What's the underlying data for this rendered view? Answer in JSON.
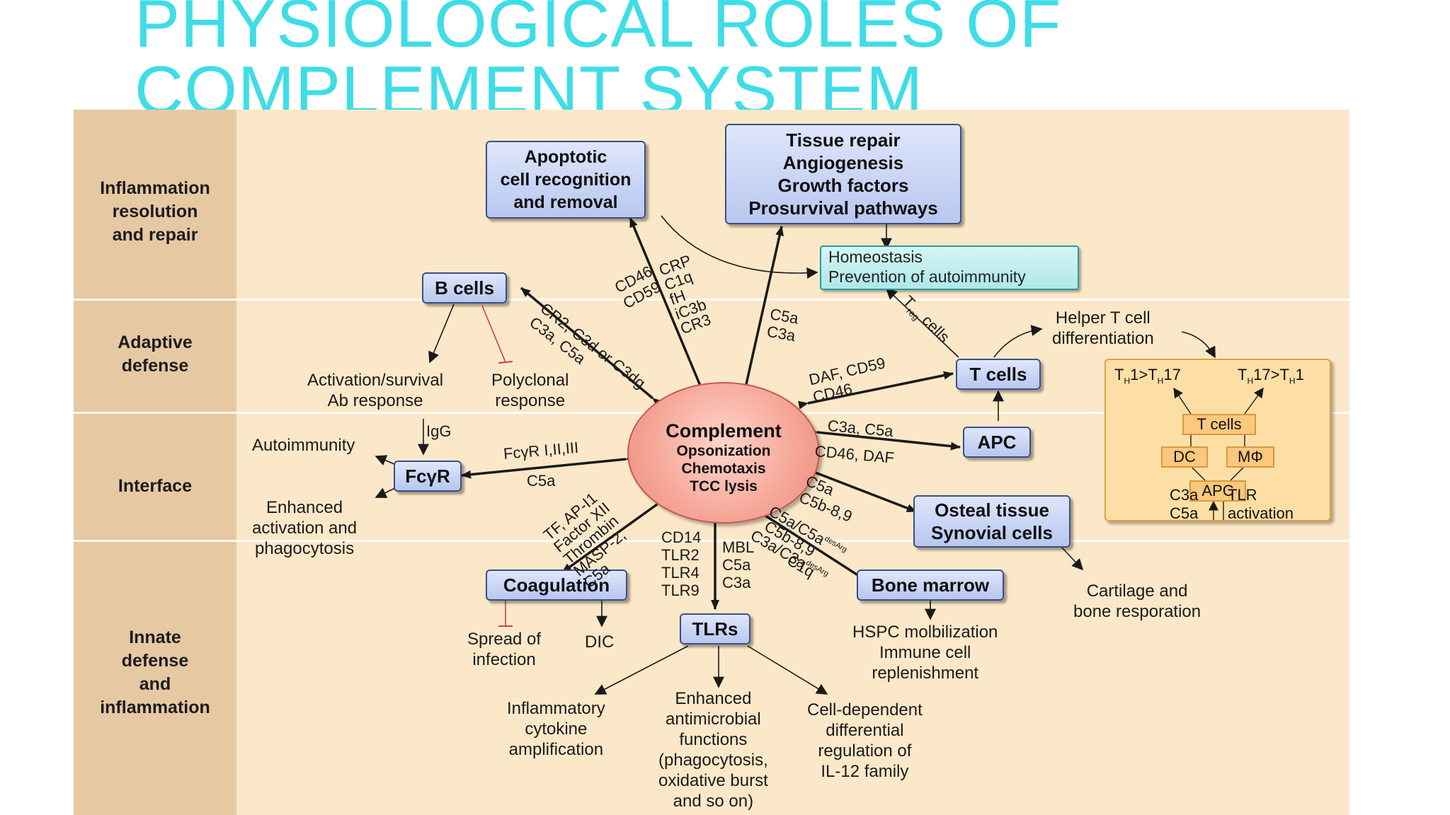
{
  "title": {
    "line1": "PHYSIOLOGICAL ROLES OF",
    "line2": "COMPLEMENT SYSTEM"
  },
  "bands": {
    "inflammation": "Inflammation\nresolution\nand repair",
    "adaptive": "Adaptive\ndefense",
    "interface": "Interface",
    "innate": "Innate\ndefense\nand\ninflammation"
  },
  "boxes": {
    "apoptotic": "Apoptotic\ncell recognition\nand removal",
    "tissue": "Tissue repair\nAngiogenesis\nGrowth factors\nProsurvival pathways",
    "homeostasis": "Homeostasis\nPrevention of autoimmunity",
    "b_cells": "B cells",
    "t_cells": "T cells",
    "apc": "APC",
    "fcgr": "FcγR",
    "osteal": "Osteal tissue\nSynovial cells",
    "coagulation": "Coagulation",
    "bone_marrow": "Bone marrow",
    "tlrs": "TLRs"
  },
  "complement": {
    "title": "Complement",
    "sub": "Opsonization\nChemotaxis\nTCC lysis"
  },
  "outcomes": {
    "activation": "Activation/survival\nAb response",
    "polyclonal": "Polyclonal\nresponse",
    "autoimmunity": "Autoimmunity",
    "enhanced_activation": "Enhanced\nactivation and\nphagocytosis",
    "helper_t": "Helper T cell\ndifferentiation",
    "cartilage": "Cartilage and\nbone resporation",
    "spread": "Spread of\ninfection",
    "dic": "DIC",
    "hspc": "HSPC molbilization\nImmune cell\nreplenishment",
    "inflammatory": "Inflammatory\ncytokine\namplification",
    "enhanced_antimicrobial": "Enhanced\nantimicrobial\nfunctions\n(phagocytosis,\noxidative burst\nand so on)",
    "cell_dependent": "Cell-dependent\ndifferential\nregulation of\nIL-12 family"
  },
  "edge_labels": {
    "igg": "IgG",
    "cd46_cd59": "CD46\nCD59",
    "crp": "CRP\nC1q\nfH\niC3b\nCR3",
    "c5a_c3a_tissue": "C5a\nC3a",
    "treg_t": "T",
    "treg_reg": "reg",
    "treg_cells": "cells",
    "cr2": "CR2, C3d or C3dg\nC3a, C5a",
    "daf_cd59": "DAF, CD59\nCD46",
    "c3a_c5a_apc": "C3a, C5a",
    "cd46_daf": "CD46, DAF",
    "fcgr_iii": "FcγR I,II,III",
    "c5a_fcgr": "C5a",
    "c5a_c5b": "C5a\nC5b-8,9",
    "coag_labels": "TF, AP-I1\nFactor XII\nThrombin\nMASP-2,\nC5a",
    "tlr_list": "CD14\nTLR2\nTLR4\nTLR9",
    "mbl_list": "MBL\nC5a\nC3a",
    "bone_c5a": "C5a/C5a",
    "bone_c5a_sup": "desArg",
    "bone_c5b": "C5b-8,9",
    "bone_c3a": "C3a/C3a",
    "bone_c3a_sup": "desArg",
    "bone_c1q": "C1q"
  },
  "th_panel": {
    "th1_a": "T",
    "th1_b": "H",
    "th1_c": "1>T",
    "th1_d": "H",
    "th1_e": "17",
    "th17_a": "T",
    "th17_b": "H",
    "th17_c": "17>T",
    "th17_d": "H",
    "th17_e": "1",
    "tcells": "T cells",
    "dc": "DC",
    "mphi": "MΦ",
    "apc": "APC",
    "c3a_c5a": "C3a\nC5a",
    "tlr_act": "TLR\nactivation"
  },
  "colors": {
    "title": "#3fdde6",
    "panel_bg": "#fbe8c8",
    "band_bg": "#e6c9a3",
    "box_border": "#3a4f86",
    "inhibit": "#d04040"
  }
}
